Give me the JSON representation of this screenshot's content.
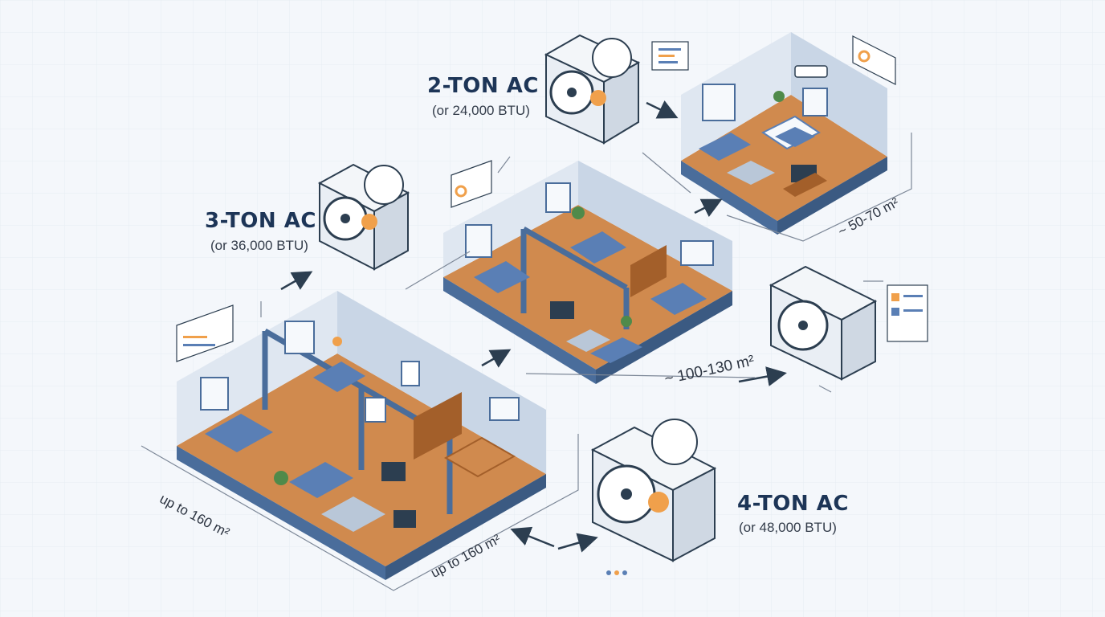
{
  "units": [
    {
      "id": "2ton",
      "title": "2-TON AC",
      "subtitle": "(or 24,000 BTU)",
      "area": "~ 50-70 m²"
    },
    {
      "id": "3ton",
      "title": "3-TON AC",
      "subtitle": "(or 36,000 BTU)",
      "area": "~ 100-130 m²"
    },
    {
      "id": "4ton",
      "title": "4-TON AC",
      "subtitle": "(or 48,000 BTU)",
      "area": "up to 160 m²"
    }
  ],
  "large_apartment_area": "up to 160 m²",
  "colors": {
    "background": "#f4f7fb",
    "wall": "#4a6d9b",
    "wall_light": "#dfe7f1",
    "floor": "#d08a4e",
    "bed": "#5a7fb5",
    "accent": "#f0a04b",
    "ac_body": "#e9eef4",
    "line": "#2c3e50",
    "title": "#1d3557"
  }
}
